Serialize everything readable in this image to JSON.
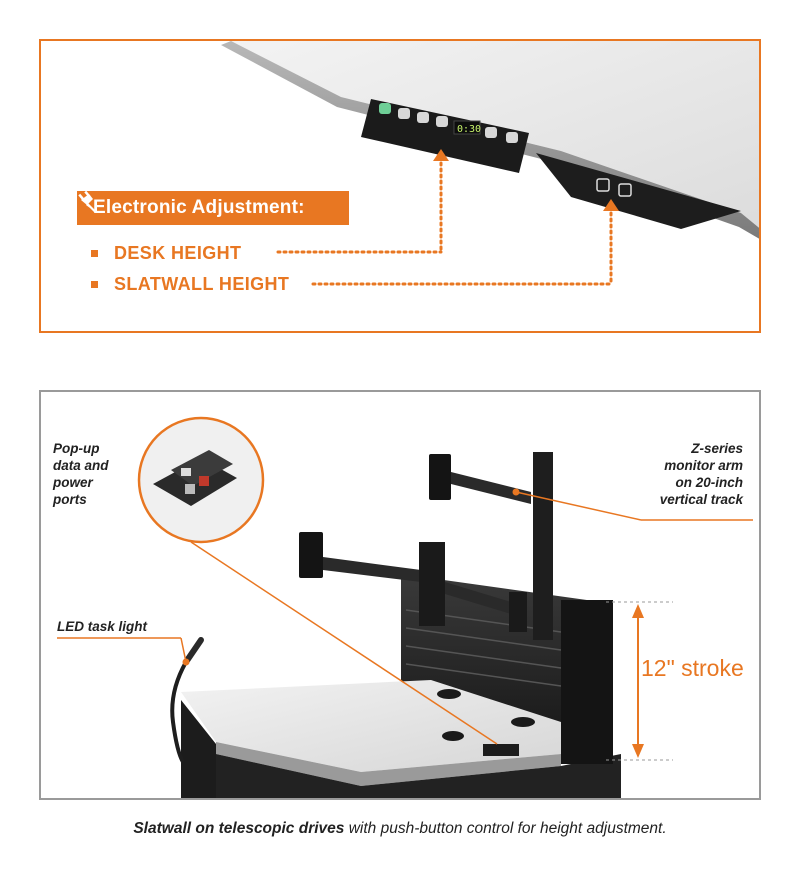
{
  "top_panel": {
    "badge_label": "Electronic Adjustment:",
    "items": [
      {
        "label": "DESK HEIGHT"
      },
      {
        "label": "SLATWALL HEIGHT"
      }
    ],
    "controller_display": "0:30",
    "colors": {
      "accent": "#e87722"
    },
    "icons": [
      "plug-icon"
    ]
  },
  "bottom_panel": {
    "callouts": {
      "popup_ports": [
        "Pop-up",
        "data and",
        "power",
        "ports"
      ],
      "monitor_arm": [
        "Z-series",
        "monitor arm",
        "on 20-inch",
        "vertical track"
      ],
      "task_light": "LED task light"
    },
    "stroke_label": "12\" stroke"
  },
  "caption": {
    "bold_part": "Slatwall on telescopic drives",
    "rest": " with push-button control for height adjustment."
  }
}
